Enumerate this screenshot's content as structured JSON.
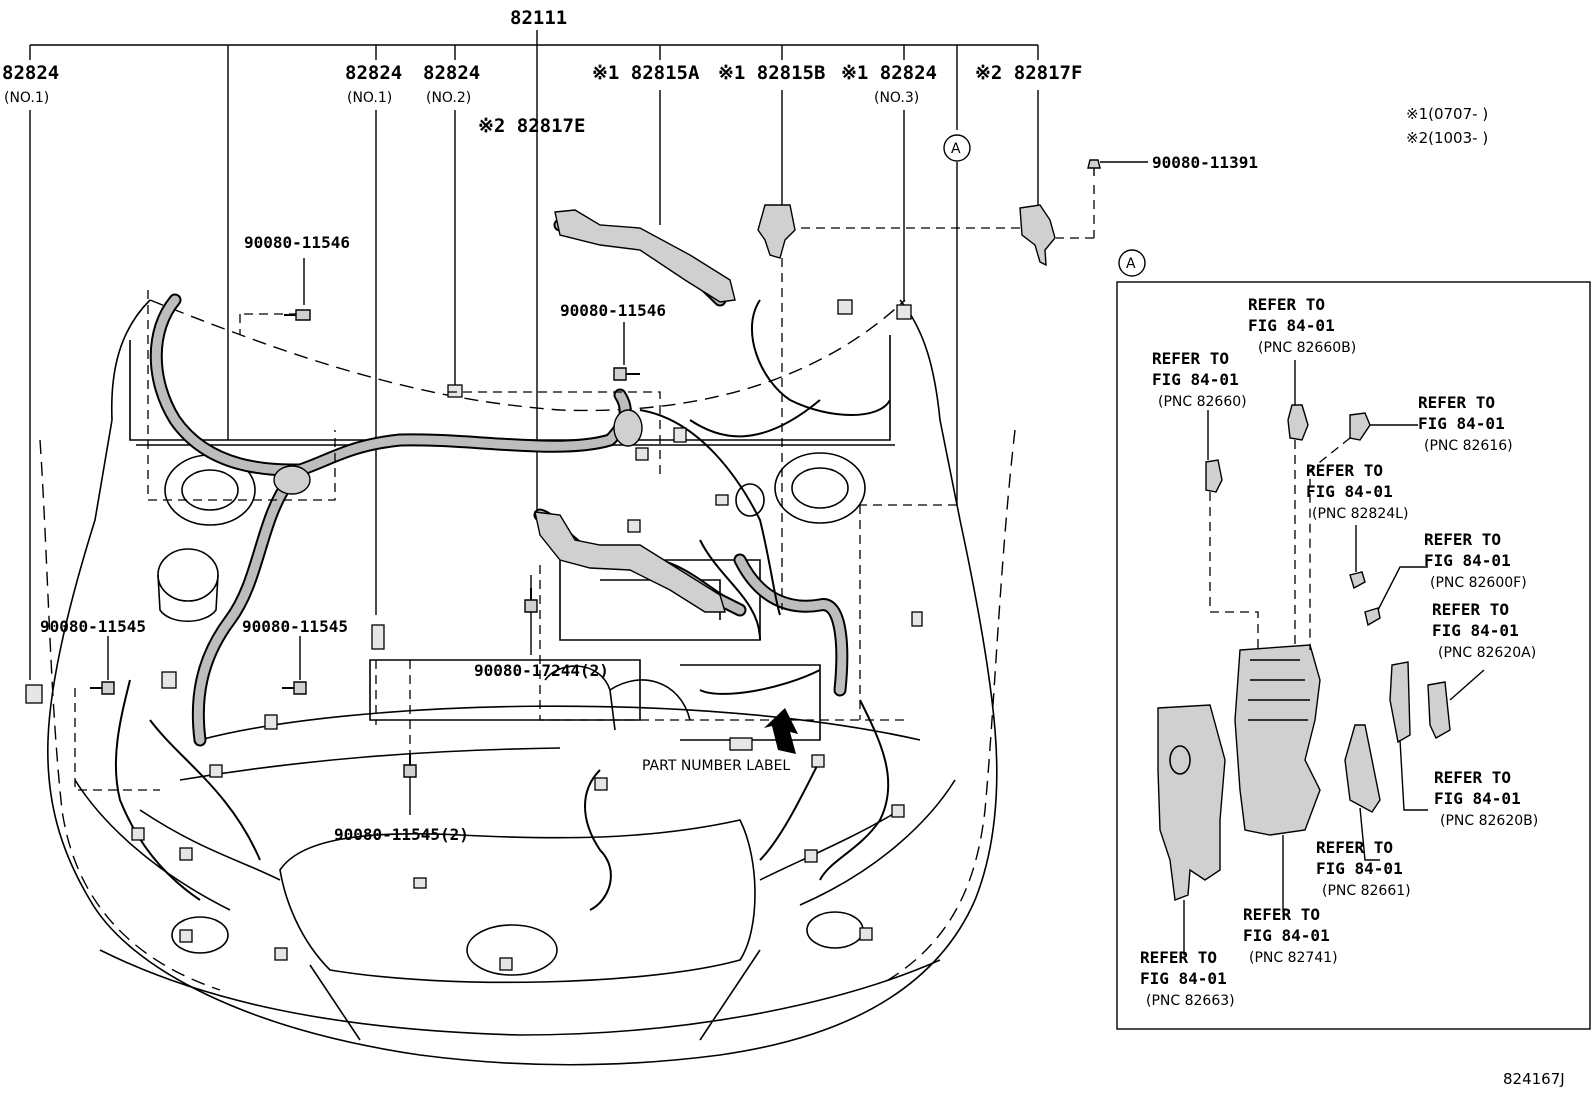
{
  "callouts": {
    "main_harness": "82111",
    "p82824_left": "82824",
    "p82824_left_sub": "(NO.1)",
    "p82824_mid1": "82824",
    "p82824_mid1_sub": "(NO.1)",
    "p82824_mid2": "82824",
    "p82824_mid2_sub": "(NO.2)",
    "p82815A": "※1 82815A",
    "p82815B": "※1 82815B",
    "p82824_no3": "※1 82824",
    "p82824_no3_sub": "(NO.3)",
    "p82817F": "※2 82817F",
    "p82817E": "※2 82817E",
    "bolt_90080_11391": "90080-11391",
    "bolt_90080_11546_a": "90080-11546",
    "bolt_90080_11546_b": "90080-11546",
    "bolt_90080_11545_a": "90080-11545",
    "bolt_90080_11545_b": "90080-11545",
    "bolt_90080_17244": "90080-17244(2)",
    "bolt_90080_11545_c": "90080-11545(2)",
    "part_number_label": "PART NUMBER LABEL",
    "marker_a": "A"
  },
  "legend": {
    "note1": "※1(0707-     )",
    "note2": "※2(1003-     )"
  },
  "inset": {
    "marker": "A",
    "refers": [
      {
        "l1": "REFER TO",
        "l2": "FIG 84-01",
        "l3": "(PNC 82660B)"
      },
      {
        "l1": "REFER TO",
        "l2": "FIG 84-01",
        "l3": "(PNC 82660)"
      },
      {
        "l1": "REFER TO",
        "l2": "FIG 84-01",
        "l3": "(PNC 82616)"
      },
      {
        "l1": "REFER TO",
        "l2": "FIG 84-01",
        "l3": "(PNC 82824L)"
      },
      {
        "l1": "REFER TO",
        "l2": "FIG 84-01",
        "l3": "(PNC 82600F)"
      },
      {
        "l1": "REFER TO",
        "l2": "FIG 84-01",
        "l3": "(PNC 82620A)"
      },
      {
        "l1": "REFER TO",
        "l2": "FIG 84-01",
        "l3": "(PNC 82620B)"
      },
      {
        "l1": "REFER TO",
        "l2": "FIG 84-01",
        "l3": "(PNC 82661)"
      },
      {
        "l1": "REFER TO",
        "l2": "FIG 84-01",
        "l3": "(PNC 82741)"
      },
      {
        "l1": "REFER TO",
        "l2": "FIG 84-01",
        "l3": "(PNC 82663)"
      }
    ]
  },
  "figure_id": "824167J"
}
